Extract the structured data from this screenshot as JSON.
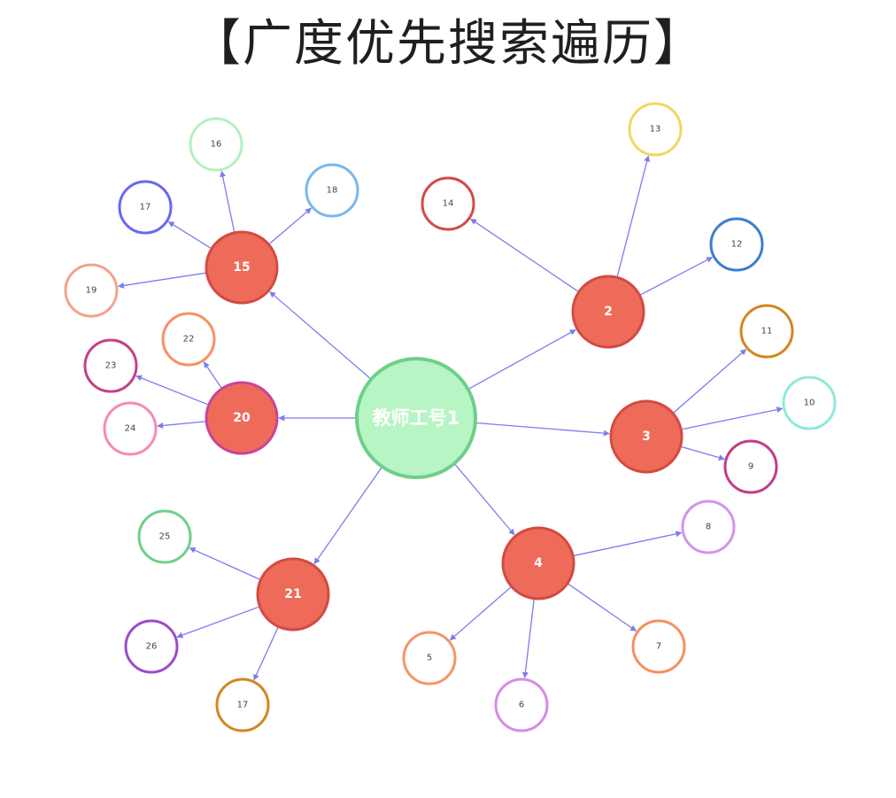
{
  "title": "【广度优先搜索遍历】",
  "colors": {
    "edge": "#7b7cf0",
    "hub_fill": "#ee6b5a",
    "hub_stroke": "#d24b43",
    "root_fill": "#b7f5c4",
    "root_stroke": "#6fcf8a"
  },
  "root": {
    "id": "root",
    "label": "教师工号1"
  },
  "hubs": [
    {
      "id": "h15",
      "label": "15"
    },
    {
      "id": "h2",
      "label": "2"
    },
    {
      "id": "h20",
      "label": "20",
      "stroke": "#c9449a"
    },
    {
      "id": "h3",
      "label": "3"
    },
    {
      "id": "h21",
      "label": "21"
    },
    {
      "id": "h4",
      "label": "4"
    }
  ],
  "leaves": [
    {
      "id": "l16",
      "label": "16",
      "color": "#b3f0c2",
      "parent": "h15"
    },
    {
      "id": "l17a",
      "label": "17",
      "color": "#6868f2",
      "parent": "h15"
    },
    {
      "id": "l18",
      "label": "18",
      "color": "#7ab8ee",
      "parent": "h15"
    },
    {
      "id": "l19",
      "label": "19",
      "color": "#f3a28d",
      "parent": "h15"
    },
    {
      "id": "l13",
      "label": "13",
      "color": "#f0d860",
      "parent": "h2"
    },
    {
      "id": "l14",
      "label": "14",
      "color": "#d44a45",
      "parent": "h2"
    },
    {
      "id": "l12",
      "label": "12",
      "color": "#3a7fcf",
      "parent": "h2"
    },
    {
      "id": "l22",
      "label": "22",
      "color": "#f69164",
      "parent": "h20"
    },
    {
      "id": "l23",
      "label": "23",
      "color": "#c34187",
      "parent": "h20"
    },
    {
      "id": "l24",
      "label": "24",
      "color": "#f889b4",
      "parent": "h20"
    },
    {
      "id": "l11",
      "label": "11",
      "color": "#d4861f",
      "parent": "h3"
    },
    {
      "id": "l10",
      "label": "10",
      "color": "#8ee9da",
      "parent": "h3"
    },
    {
      "id": "l9",
      "label": "9",
      "color": "#c43b87",
      "parent": "h3"
    },
    {
      "id": "l8",
      "label": "8",
      "color": "#d493ec",
      "parent": "h4"
    },
    {
      "id": "l7",
      "label": "7",
      "color": "#f6905e",
      "parent": "h4"
    },
    {
      "id": "l6",
      "label": "6",
      "color": "#d88ae8",
      "parent": "h4"
    },
    {
      "id": "l5",
      "label": "5",
      "color": "#f69566",
      "parent": "h4"
    },
    {
      "id": "l25",
      "label": "25",
      "color": "#6fcf8a",
      "parent": "h21"
    },
    {
      "id": "l26",
      "label": "26",
      "color": "#9a4cc9",
      "parent": "h21"
    },
    {
      "id": "l17b",
      "label": "17",
      "color": "#d3861e",
      "parent": "h21"
    }
  ]
}
